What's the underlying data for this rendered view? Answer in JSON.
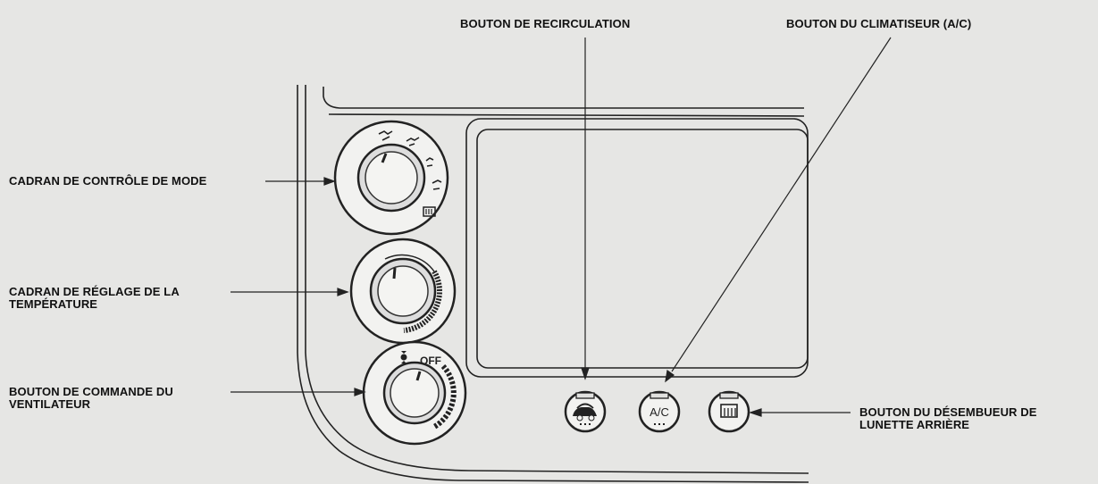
{
  "labels": {
    "recirculation": "BOUTON DE RECIRCULATION",
    "ac": "BOUTON DU CLIMATISEUR (A/C)",
    "mode_dial": "CADRAN DE CONTRÔLE DE MODE",
    "temp_dial_line1": "CADRAN DE RÉGLAGE DE LA",
    "temp_dial_line2": "TEMPÉRATURE",
    "fan_line1": "BOUTON DE COMMANDE DU",
    "fan_line2": "VENTILATEUR",
    "defrost_line1": "BOUTON DU DÉSEMBUEUR DE",
    "defrost_line2": "LUNETTE ARRIÈRE"
  },
  "panel": {
    "fan_off_text": "OFF",
    "ac_button_text": "A/C"
  },
  "colors": {
    "background": "#e6e6e4",
    "line": "#222222",
    "panel_fill": "#e9e9e7"
  }
}
